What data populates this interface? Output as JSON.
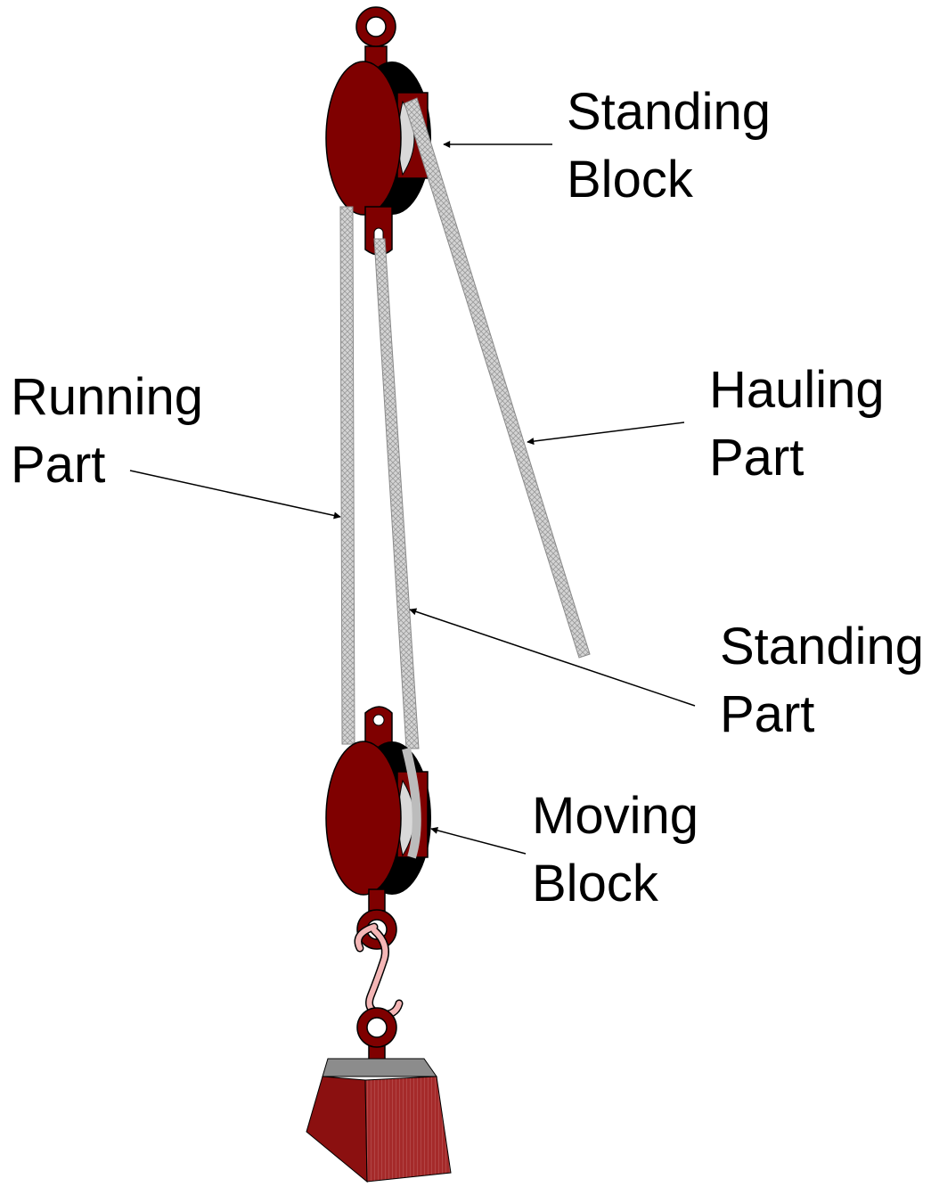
{
  "labels": {
    "standing_block": {
      "line1": "Standing",
      "line2": "Block"
    },
    "running_part": {
      "line1": "Running",
      "line2": "Part"
    },
    "hauling_part": {
      "line1": "Hauling",
      "line2": "Part"
    },
    "standing_part": {
      "line1": "Standing",
      "line2": "Part"
    },
    "moving_block": {
      "line1": "Moving",
      "line2": "Block"
    }
  },
  "colors": {
    "block_red": "#7f0000",
    "block_dark": "#000000",
    "rope_gray": "#c8c8c8",
    "sheave_gray": "#d9d9d9",
    "hook_pink": "#f4b6b6",
    "weight_top": "#8c8c8c"
  }
}
